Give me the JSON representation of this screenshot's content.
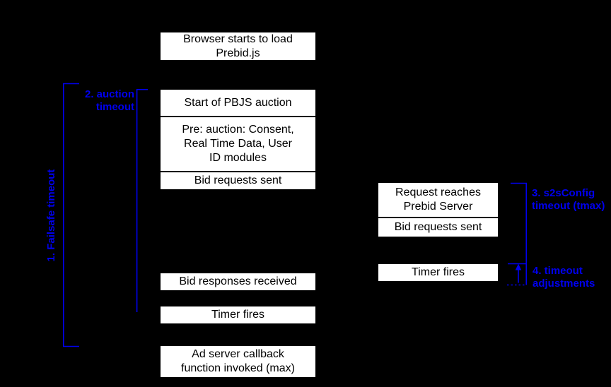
{
  "diagram": {
    "title_implicit": "Prebid.js timeout sequence diagram",
    "left_column": {
      "boxes": {
        "browser_load": "Browser starts to load\nPrebid.js",
        "start_auction": "Start of PBJS auction",
        "pre_auction": "Pre: auction: Consent,\nReal Time Data, User\nID modules",
        "bid_requests_sent": "Bid requests sent",
        "bid_responses_received": "Bid responses received",
        "timer_fires": "Timer fires",
        "ad_server_callback": "Ad server callback\nfunction invoked (max)"
      }
    },
    "right_column": {
      "boxes": {
        "request_reaches_server": "Request reaches\nPrebid Server",
        "bid_requests_sent": "Bid requests sent",
        "timer_fires": "Timer fires"
      }
    },
    "annotations": {
      "failsafe_timeout": "1. Failsafe timeout",
      "auction_timeout": "2. auction\ntimeout",
      "s2s_config_timeout": "3. s2sConfig\ntimeout (tmax)",
      "timeout_adjustments": "4. timeout\nadjustments"
    },
    "colors": {
      "background": "#000000",
      "box_background": "#ffffff",
      "box_text": "#000000",
      "annotation_blue": "#0000ee"
    }
  }
}
